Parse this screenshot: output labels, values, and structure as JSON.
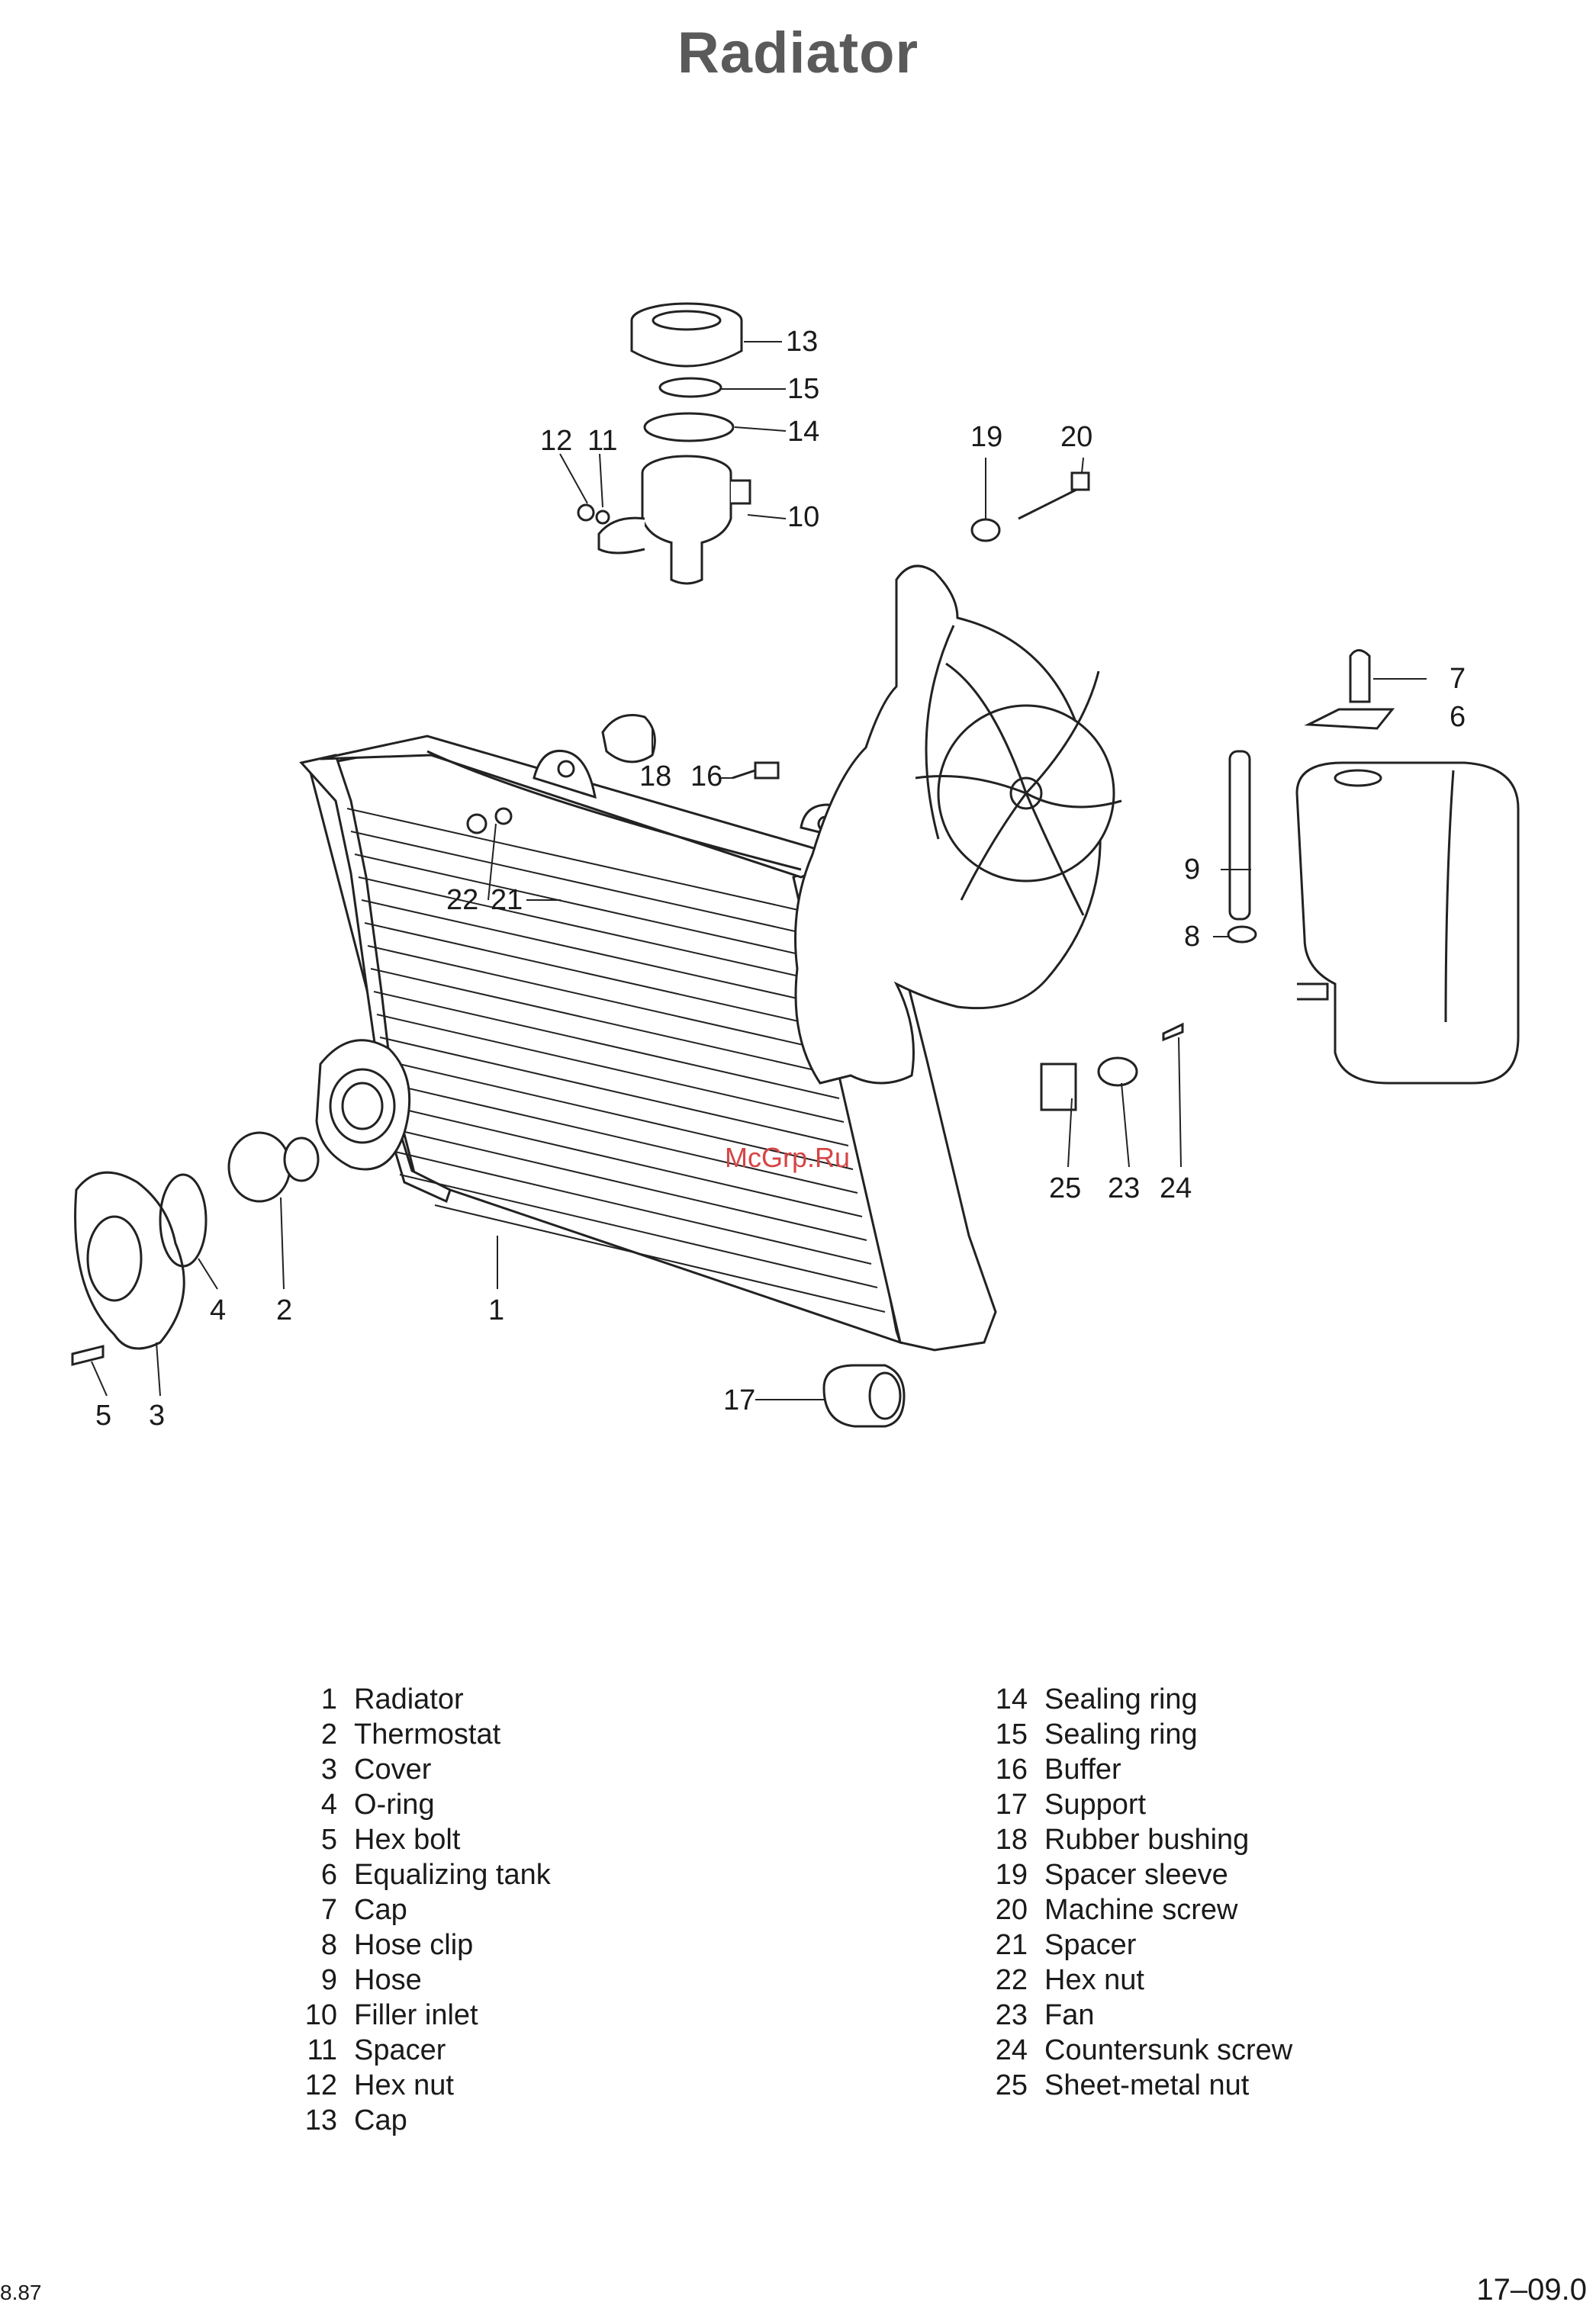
{
  "title": "Radiator",
  "callouts": {
    "c1": "1",
    "c2": "2",
    "c3": "3",
    "c4": "4",
    "c5": "5",
    "c6": "6",
    "c7": "7",
    "c8": "8",
    "c9": "9",
    "c10": "10",
    "c11": "11",
    "c12": "12",
    "c13": "13",
    "c14": "14",
    "c15": "15",
    "c16": "16",
    "c17": "17",
    "c18": "18",
    "c19": "19",
    "c20": "20",
    "c21": "21",
    "c22": "22",
    "c23": "23",
    "c24": "24",
    "c25": "25"
  },
  "watermark": "McGrp.Ru",
  "legend": {
    "left": [
      {
        "num": "1",
        "label": "Radiator"
      },
      {
        "num": "2",
        "label": "Thermostat"
      },
      {
        "num": "3",
        "label": "Cover"
      },
      {
        "num": "4",
        "label": "O-ring"
      },
      {
        "num": "5",
        "label": "Hex bolt"
      },
      {
        "num": "6",
        "label": "Equalizing tank"
      },
      {
        "num": "7",
        "label": "Cap"
      },
      {
        "num": "8",
        "label": "Hose clip"
      },
      {
        "num": "9",
        "label": "Hose"
      },
      {
        "num": "10",
        "label": "Filler inlet"
      },
      {
        "num": "11",
        "label": "Spacer"
      },
      {
        "num": "12",
        "label": "Hex nut"
      },
      {
        "num": "13",
        "label": "Cap"
      }
    ],
    "right": [
      {
        "num": "14",
        "label": "Sealing ring"
      },
      {
        "num": "15",
        "label": "Sealing ring"
      },
      {
        "num": "16",
        "label": "Buffer"
      },
      {
        "num": "17",
        "label": "Support"
      },
      {
        "num": "18",
        "label": "Rubber bushing"
      },
      {
        "num": "19",
        "label": "Spacer sleeve"
      },
      {
        "num": "20",
        "label": "Machine screw"
      },
      {
        "num": "21",
        "label": "Spacer"
      },
      {
        "num": "22",
        "label": "Hex nut"
      },
      {
        "num": "23",
        "label": "Fan"
      },
      {
        "num": "24",
        "label": "Countersunk screw"
      },
      {
        "num": "25",
        "label": "Sheet-metal nut"
      }
    ]
  },
  "footer": {
    "date": "8.87",
    "page": "17–09.0"
  }
}
